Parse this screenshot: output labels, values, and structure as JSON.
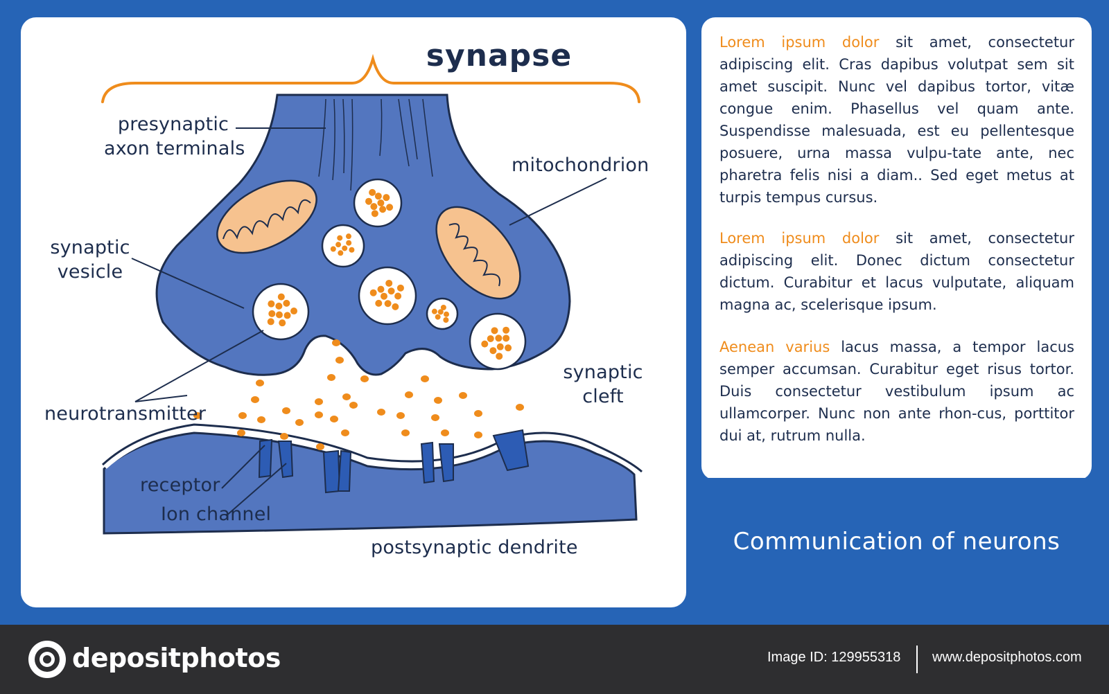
{
  "diagram": {
    "title": "synapse",
    "labels": {
      "presynaptic_line1": "presynaptic",
      "presynaptic_line2": "axon terminals",
      "mitochondrion": "mitochondrion",
      "synaptic_vesicle_line1": "synaptic",
      "synaptic_vesicle_line2": "vesicle",
      "synaptic_cleft_line1": "synaptic",
      "synaptic_cleft_line2": "cleft",
      "neurotransmitter": "neurotransmitter",
      "receptor": "receptor",
      "ion_channel": "Ion channel",
      "postsynaptic_dendrite": "postsynaptic dendrite"
    },
    "colors": {
      "neuron_fill": "#5376bf",
      "outline": "#1d2d4d",
      "mitochondrion_fill": "#f6c28f",
      "neurotransmitter": "#ef8c1c",
      "brace": "#ef8c1c",
      "receptor": "#2d5cb4"
    }
  },
  "text_panel": {
    "paragraphs": [
      {
        "highlight": "Lorem ipsum dolor",
        "body": " sit amet, consectetur adipiscing elit. Cras dapibus volutpat sem sit amet suscipit. Nunc vel dapibus tortor, vitæ congue enim. Phasellus vel quam ante. Suspendisse malesuada, est eu pellentesque posuere, urna massa vulpu-tate ante, nec pharetra felis nisi a diam.. Sed eget metus at turpis tempus cursus."
      },
      {
        "highlight": "Lorem ipsum dolor",
        "body": " sit amet, consectetur adipiscing elit. Donec dictum consectetur dictum. Curabitur et lacus vulputate, aliquam magna ac, scelerisque ipsum."
      },
      {
        "highlight": "Aenean varius",
        "body": " lacus massa, a tempor lacus semper accumsan. Curabitur eget risus tortor. Duis consectetur vestibulum ipsum ac ullamcorper. Nunc non ante rhon-cus, porttitor dui at, rutrum nulla."
      }
    ],
    "caption": "Communication of neurons"
  },
  "footer": {
    "logo_text": "depositphotos",
    "image_id": "Image ID: 129955318",
    "site_url": "www.depositphotos.com"
  }
}
